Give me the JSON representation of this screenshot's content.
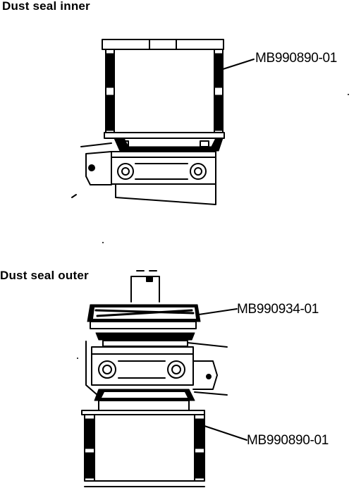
{
  "figure_1": {
    "heading": "Dust seal inner",
    "callout": "MB990890-01"
  },
  "figure_2": {
    "heading": "Dust seal outer",
    "callout_top": "MB990934-01",
    "callout_bottom": "MB990890-01"
  },
  "colors": {
    "ink": "#000000",
    "paper": "#ffffff"
  }
}
